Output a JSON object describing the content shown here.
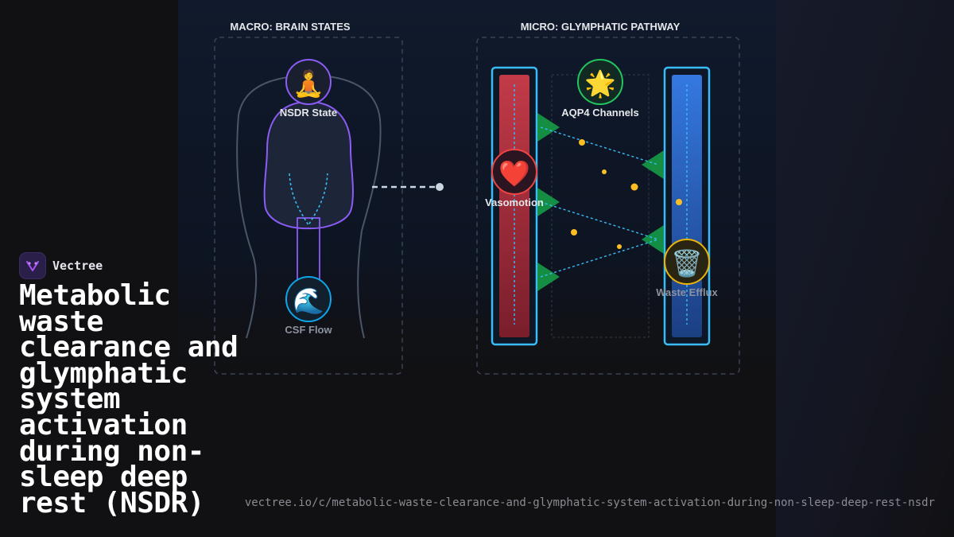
{
  "brand": {
    "name": "Vectree",
    "logo_icon": "vectree-logo-icon",
    "logo_color": "#a855f7"
  },
  "title": "Metabolic waste clearance and glymphatic system activation during non-sleep deep rest (NSDR)",
  "url": "vectree.io/c/metabolic-waste-clearance-and-glymphatic-system-activation-during-non-sleep-deep-rest-nsdr",
  "diagram": {
    "macro": {
      "header": "MACRO: BRAIN STATES",
      "nodes": {
        "nsdr": {
          "label": "NSDR State",
          "icon": "meditating-person-icon",
          "glyph": "🧘",
          "ring_color": "#8b5cf6"
        },
        "csf": {
          "label": "CSF Flow",
          "icon": "water-wave-icon",
          "glyph": "🌊",
          "ring_color": "#0ea5e9"
        }
      }
    },
    "micro": {
      "header": "MICRO: GLYMPHATIC PATHWAY",
      "nodes": {
        "aqp4": {
          "label": "AQP4 Channels",
          "icon": "star-icon",
          "glyph": "🌟",
          "ring_color": "#22c55e"
        },
        "vasomotion": {
          "label": "Vasomotion",
          "icon": "heart-icon",
          "glyph": "❤️",
          "ring_color": "#ef4444"
        },
        "efflux": {
          "label": "Waste Efflux",
          "icon": "trash-can-icon",
          "glyph": "🗑️",
          "ring_color": "#eab308"
        }
      }
    },
    "colors": {
      "arterial": "#b83240",
      "venous": "#2f6fd6",
      "vessel_border": "#38bdf8",
      "channel_arrow": "#16a34a",
      "solute": "#fbbf24",
      "brain_outline": "#8b5cf6",
      "flow_line": "#38bdf8"
    }
  }
}
